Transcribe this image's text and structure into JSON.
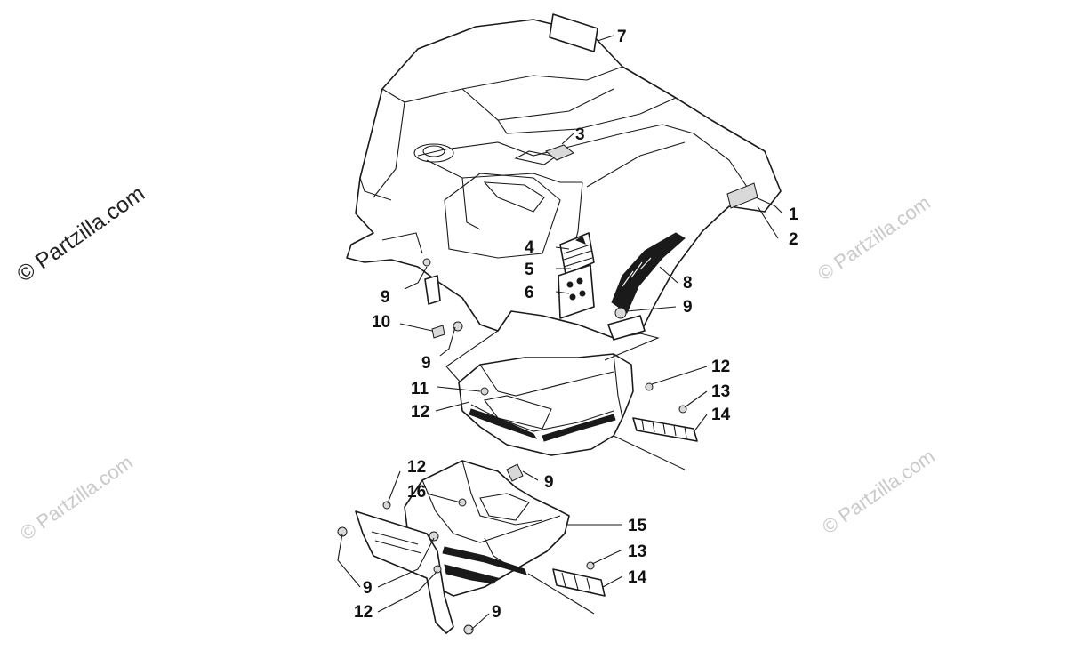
{
  "watermarks": {
    "main": "© Partzilla.com",
    "faint": "© Partzilla.com"
  },
  "callouts": [
    {
      "id": "c1",
      "label": "1"
    },
    {
      "id": "c2",
      "label": "2"
    },
    {
      "id": "c3",
      "label": "3"
    },
    {
      "id": "c4",
      "label": "4"
    },
    {
      "id": "c5",
      "label": "5"
    },
    {
      "id": "c6",
      "label": "6"
    },
    {
      "id": "c7",
      "label": "7"
    },
    {
      "id": "c8",
      "label": "8"
    },
    {
      "id": "c9a",
      "label": "9"
    },
    {
      "id": "c9b",
      "label": "9"
    },
    {
      "id": "c9c",
      "label": "9"
    },
    {
      "id": "c9d",
      "label": "9"
    },
    {
      "id": "c9e",
      "label": "9"
    },
    {
      "id": "c9f",
      "label": "9"
    },
    {
      "id": "c10",
      "label": "10"
    },
    {
      "id": "c11",
      "label": "11"
    },
    {
      "id": "c12a",
      "label": "12"
    },
    {
      "id": "c12b",
      "label": "12"
    },
    {
      "id": "c12c",
      "label": "12"
    },
    {
      "id": "c12d",
      "label": "12"
    },
    {
      "id": "c13a",
      "label": "13"
    },
    {
      "id": "c13b",
      "label": "13"
    },
    {
      "id": "c14a",
      "label": "14"
    },
    {
      "id": "c14b",
      "label": "14"
    },
    {
      "id": "c15",
      "label": "15"
    },
    {
      "id": "c16",
      "label": "16"
    }
  ],
  "colors": {
    "line": "#1a1a1a",
    "watermark": "#c9c9c9",
    "background": "#ffffff"
  }
}
